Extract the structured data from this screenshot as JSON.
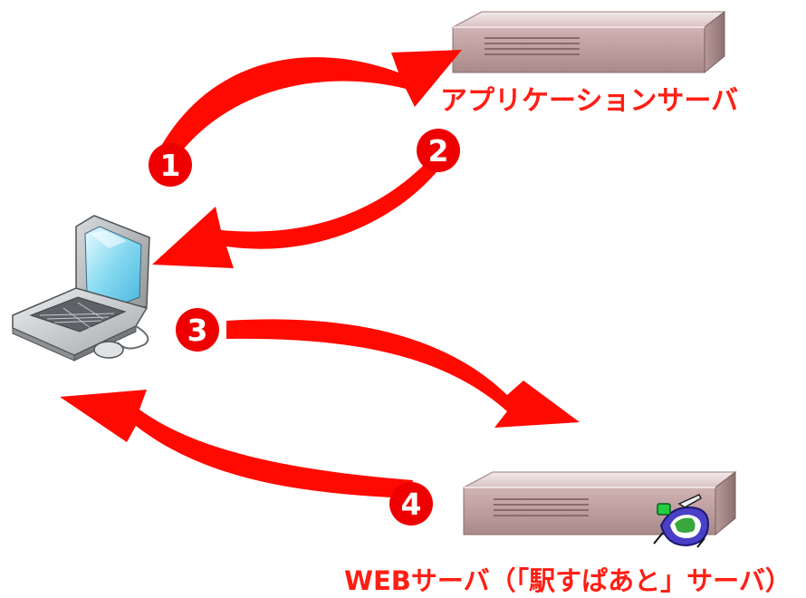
{
  "servers": {
    "application": {
      "label": "アプリケーションサーバ"
    },
    "web": {
      "label": "WEBサーバ（「駅すぱあと」サーバ）"
    }
  },
  "steps": [
    {
      "number": "1"
    },
    {
      "number": "2"
    },
    {
      "number": "3"
    },
    {
      "number": "4"
    }
  ],
  "colors": {
    "arrow": "#ff0a00",
    "badge": "#ee0000",
    "label": "#ff1e14",
    "server_body": "#c9a8a8"
  }
}
